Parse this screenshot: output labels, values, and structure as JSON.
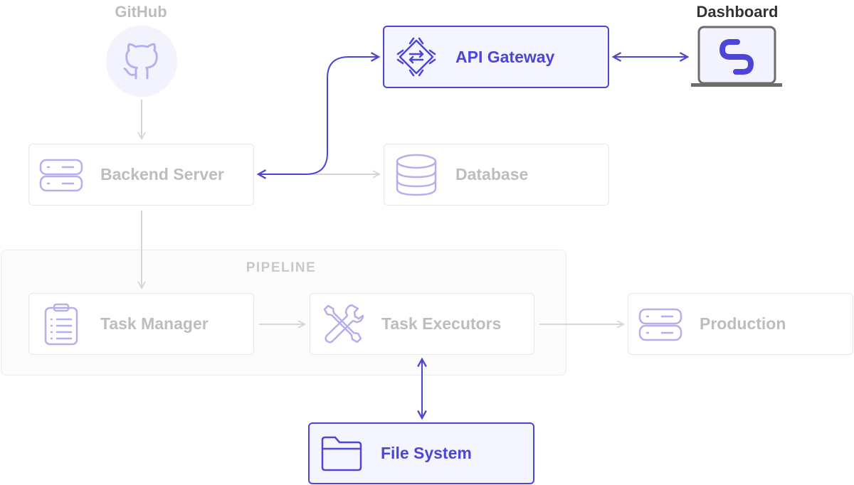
{
  "top_labels": {
    "github": "GitHub",
    "dashboard": "Dashboard"
  },
  "nodes": {
    "api_gateway": "API Gateway",
    "backend_server": "Backend Server",
    "database": "Database",
    "task_manager": "Task Manager",
    "task_executors": "Task Executors",
    "production": "Production",
    "file_system": "File System"
  },
  "groups": {
    "pipeline": "PIPELINE"
  },
  "icons": {
    "github": "github-cat-icon",
    "dashboard": "laptop-logo-icon",
    "api_gateway": "gateway-arrows-icon",
    "backend_server": "server-icon",
    "database": "database-icon",
    "task_manager": "clipboard-icon",
    "task_executors": "tools-icon",
    "production": "server-icon",
    "file_system": "folder-icon"
  },
  "colors": {
    "accent": "#4c45d6",
    "faded_icon": "#b3b0ec",
    "faded_text": "#bdbdbd",
    "faded_border": "#e7e7e7",
    "faded_line": "#d6d6d6",
    "active_fill": "#f4f5fe",
    "dashboard_text": "#333333"
  }
}
